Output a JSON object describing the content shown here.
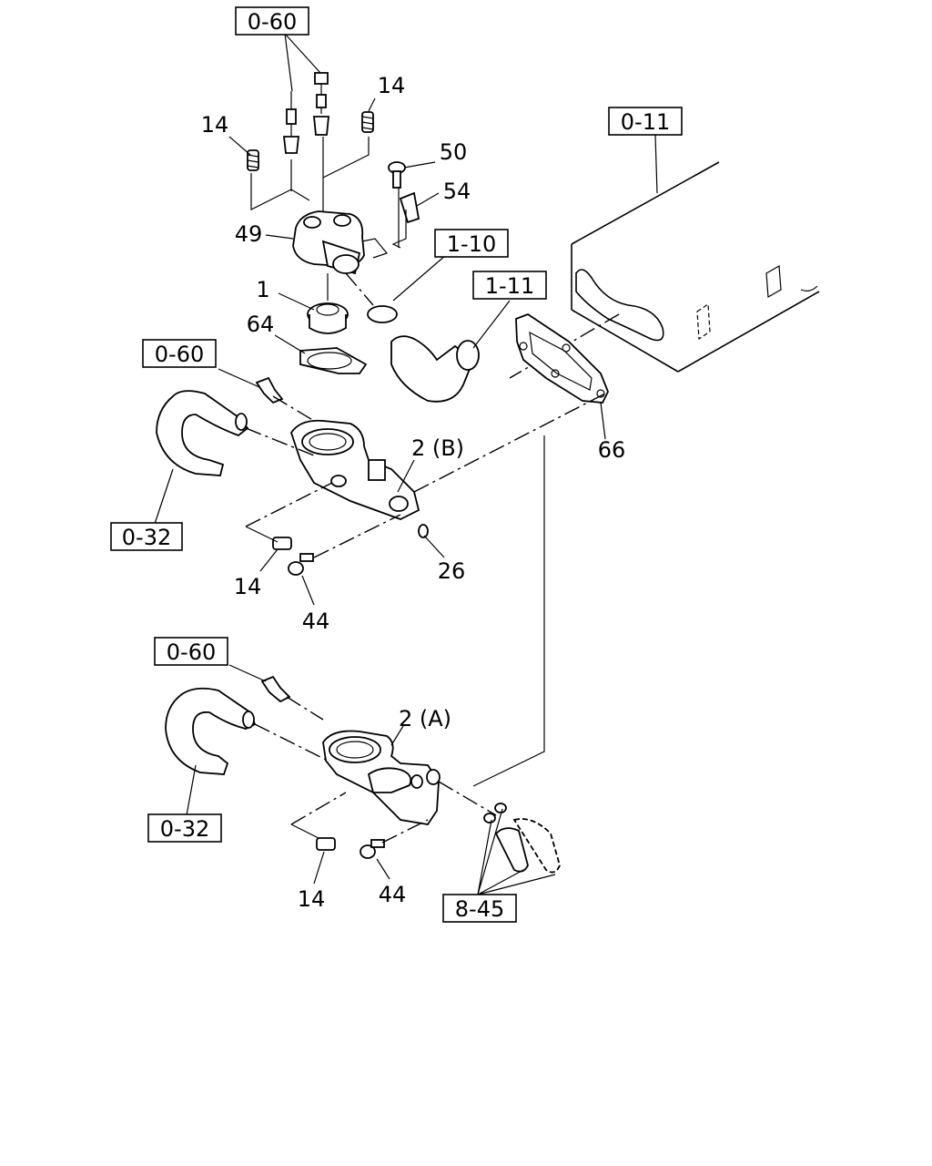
{
  "references": {
    "r_060_top": "0-60",
    "r_011": "0-11",
    "r_110": "1-10",
    "r_111": "1-11",
    "r_060_mid": "0-60",
    "r_032_mid": "0-32",
    "r_060_low": "0-60",
    "r_032_low": "0-32",
    "r_845": "8-45"
  },
  "callouts": {
    "c14_top_right": "14",
    "c14_top_left": "14",
    "c50": "50",
    "c54": "54",
    "c49": "49",
    "c1": "1",
    "c64": "64",
    "c66": "66",
    "c2b": "2 (B)",
    "c26": "26",
    "c14_mid": "14",
    "c44_mid": "44",
    "c2a": "2 (A)",
    "c14_low": "14",
    "c44_low": "44"
  }
}
